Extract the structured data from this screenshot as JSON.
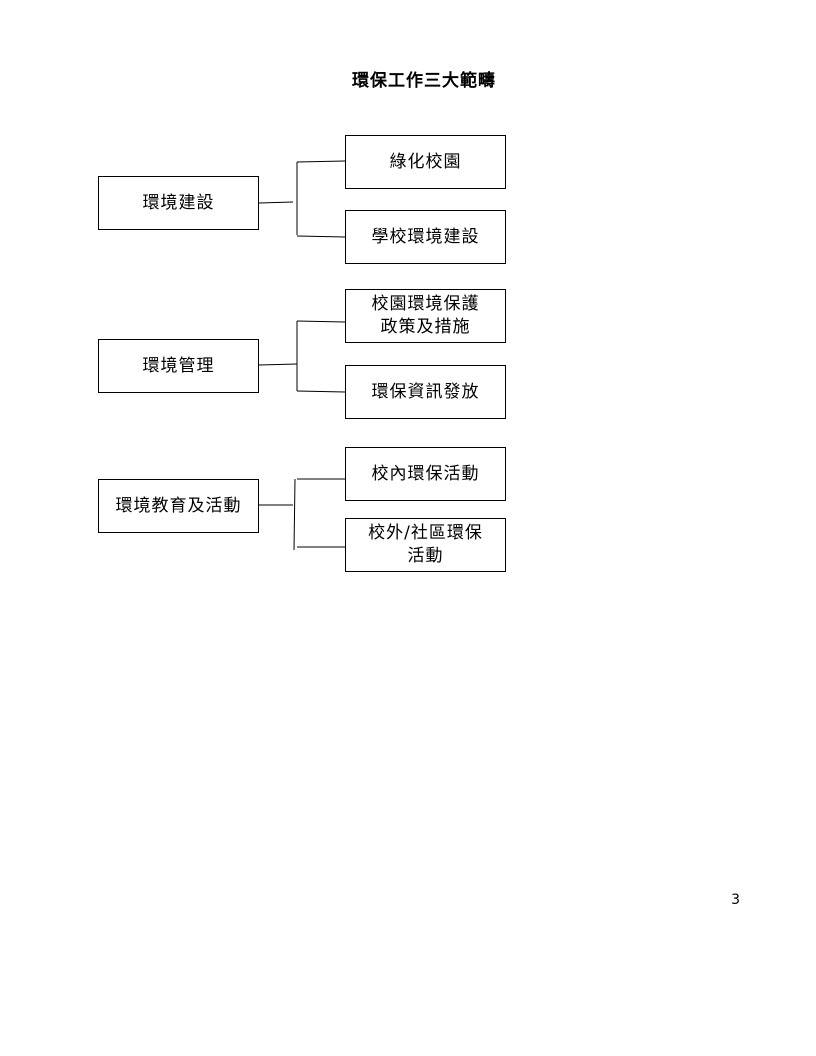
{
  "title": "環保工作三大範疇",
  "page_number": "3",
  "categories": [
    {
      "label": "環境建設",
      "items": [
        "綠化校園",
        "學校環境建設"
      ]
    },
    {
      "label": "環境管理",
      "items": [
        "校園環境保護\n政策及措施",
        "環保資訊發放"
      ]
    },
    {
      "label": "環境教育及活動",
      "items": [
        "校內環保活動",
        "校外/社區環保\n活動"
      ]
    }
  ]
}
